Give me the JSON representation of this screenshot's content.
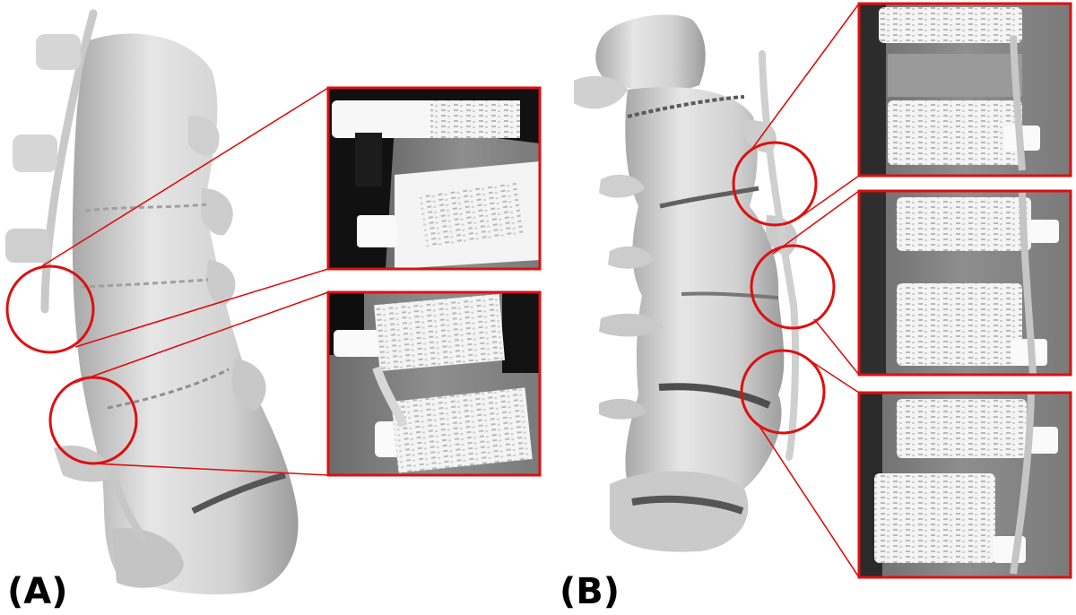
{
  "figure": {
    "panel_a": {
      "label": "(A)",
      "zoom_insets": 2
    },
    "panel_b": {
      "label": "(B)",
      "zoom_insets": 3
    },
    "colors": {
      "highlight": "#dd1010",
      "bone": "#dcdcdc",
      "bone_shadow": "#9a9a9a",
      "ct_background_soft": "#8c8c8c",
      "ct_background_dark": "#0a0a0a",
      "ct_bone": "#f7f7f7"
    }
  }
}
